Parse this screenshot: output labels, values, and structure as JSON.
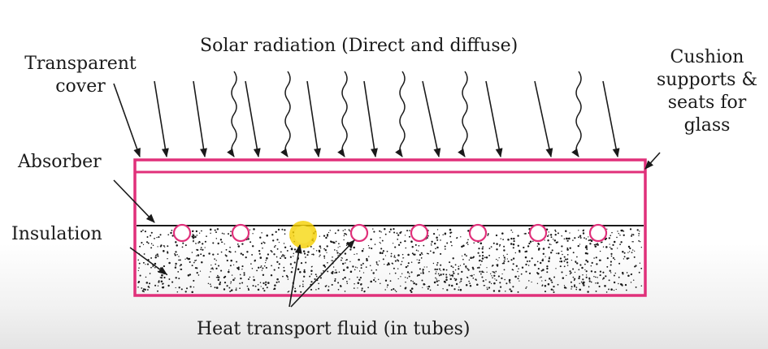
{
  "labels": {
    "solar_radiation": "Solar radiation (Direct and diffuse)",
    "transparent_cover_line1": "Transparent",
    "transparent_cover_line2": "cover",
    "cushion_line1": "Cushion",
    "cushion_line2": "supports &",
    "cushion_line3": "seats for",
    "cushion_line4": "glass",
    "absorber": "Absorber",
    "insulation": "Insulation",
    "heat_transport_fluid": "Heat transport fluid (in tubes)"
  },
  "colors": {
    "frame": "#e0307a",
    "tube": "#e0307a",
    "ink": "#1a1a1a",
    "highlight": "#f5d000"
  },
  "icons": {
    "straight_ray": "direct-radiation-arrow",
    "wavy_ray": "diffuse-radiation-arrow",
    "tube": "fluid-tube-circle",
    "cursor_highlight": "pointer-highlight"
  }
}
